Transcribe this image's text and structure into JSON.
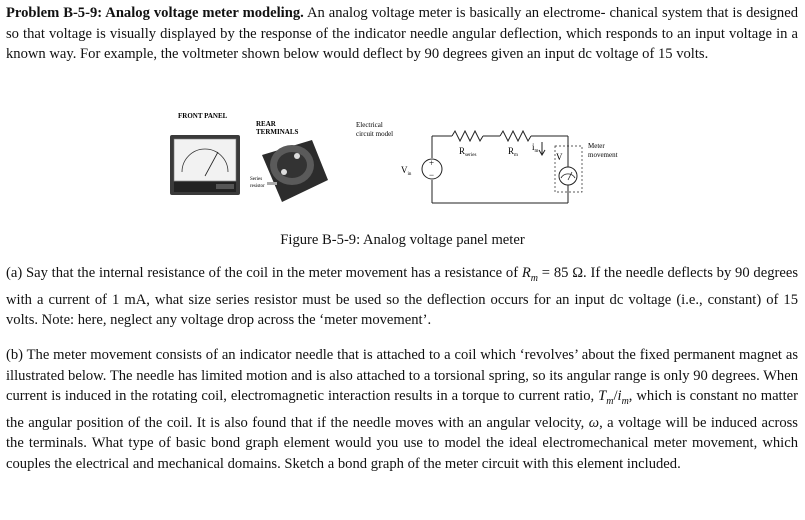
{
  "problem": {
    "title": "Problem B-5-9: Analog voltage meter modeling.",
    "intro": "An analog voltage meter is basically an electrome- chanical system that is designed so that voltage is visually displayed by the response of the indicator needle angular deflection, which responds to an input voltage in a known way. For example, the voltmeter shown below would deflect by 90 degrees given an input dc voltage of 15 volts."
  },
  "figure": {
    "front_panel_label": "FRONT PANEL",
    "rear_label_line1": "REAR",
    "rear_label_line2": "TERMINALS",
    "series_label_line1": "Series",
    "series_label_line2": "resistor",
    "circuit_label_line1": "Electrical",
    "circuit_label_line2": "circuit model",
    "r_series_label": "R",
    "r_series_sub": "series",
    "r_m_label": "R",
    "r_m_sub": "m",
    "i_label": "i",
    "i_sub": "m",
    "vin_label": "V",
    "vin_sub": "in",
    "v_label": "V",
    "meter_label_line1": "Meter",
    "meter_label_line2": "movement",
    "caption": "Figure B-5-9: Analog voltage panel meter"
  },
  "part_a": {
    "p1": "(a) Say that the internal resistance of the coil in the meter movement has a resistance of ",
    "sym": "R",
    "sub": "m",
    "p2": " = 85 Ω. If the needle deflects by 90 degrees with a current of 1 mA, what size series resistor must be used so the deflection occurs for an input dc voltage (i.e., constant) of 15 volts. Note: here, neglect any voltage drop across the ‘meter movement’."
  },
  "part_b": {
    "p1": "(b) The meter movement consists of an indicator needle that is attached to a coil which ‘revolves’ about the fixed permanent magnet as illustrated below. The needle has limited motion and is also attached to a torsional spring, so its angular range is only 90 degrees. When current is induced in the rotating coil, electromagnetic interaction results in a torque to current ratio, ",
    "ratio_t": "T",
    "ratio_t_sub": "m",
    "ratio_slash": "/",
    "ratio_i": "i",
    "ratio_i_sub": "m",
    "p2": ", which is constant no matter the angular position of the coil. It is also found that if the needle moves with an angular velocity, ",
    "omega": "ω",
    "p3": ", a voltage will be induced across the terminals. What type of basic bond graph element would you use to model the ideal electromechanical meter movement, which couples the electrical and mechanical domains. Sketch a bond graph of the meter circuit with this element included."
  }
}
